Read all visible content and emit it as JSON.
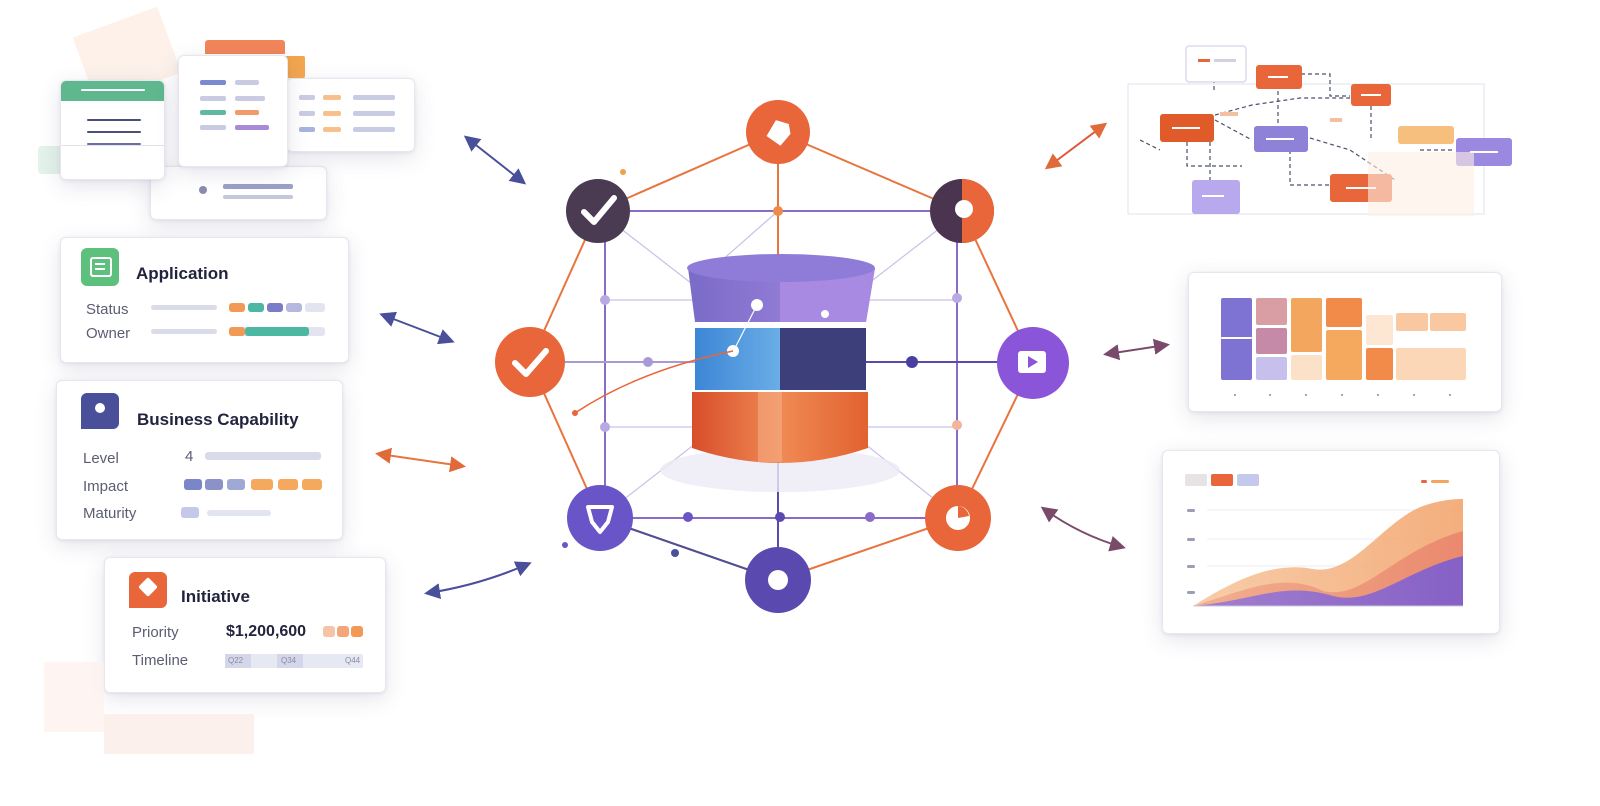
{
  "cards": {
    "application": {
      "title": "Application",
      "status_label": "Status",
      "owner_label": "Owner"
    },
    "capability": {
      "title": "Business Capability",
      "level_label": "Level",
      "level_value": "4",
      "impact_label": "Impact",
      "maturity_label": "Maturity"
    },
    "initiative": {
      "title": "Initiative",
      "priority_label": "Priority",
      "priority_value": "$1,200,600",
      "timeline_label": "Timeline",
      "timeline_ticks": [
        "Q22",
        "Q34",
        "Q44"
      ]
    }
  },
  "colors": {
    "orange": "#e8663a",
    "purple": "#6a55c8",
    "indigo": "#4a4f9a",
    "blue": "#4a9ad8",
    "green": "#5bc28b",
    "teal": "#4cb7a3"
  },
  "icons": [
    "check-icon",
    "tag-icon",
    "shield-icon",
    "pie-chart-icon",
    "present-icon",
    "circle-icon"
  ]
}
